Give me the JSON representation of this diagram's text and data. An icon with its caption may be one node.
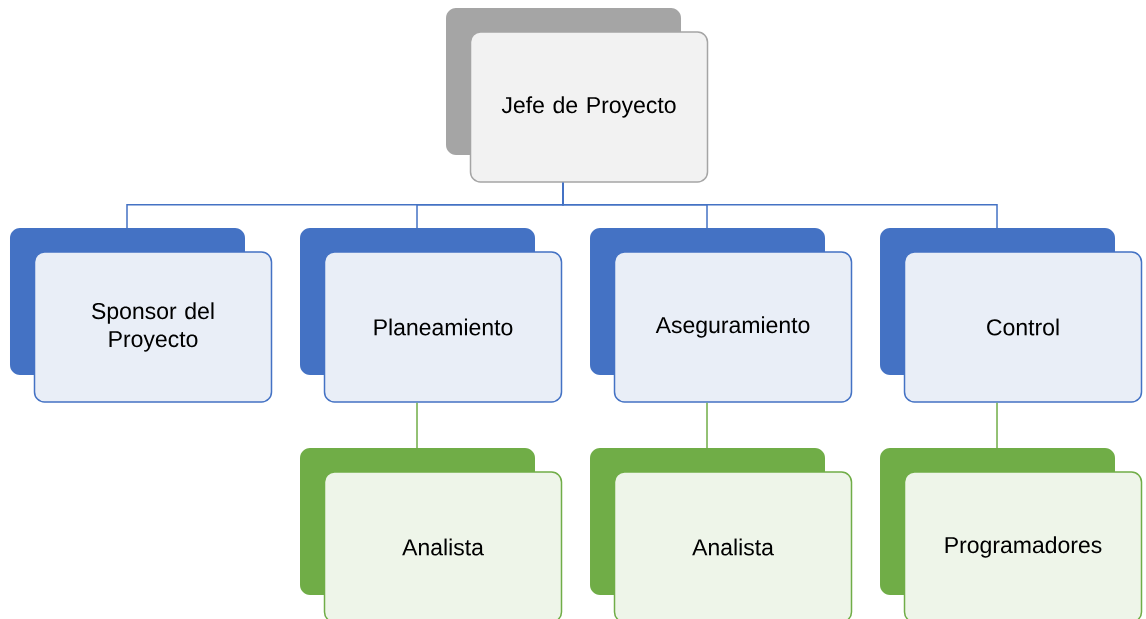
{
  "diagram": {
    "nodes": [
      {
        "text": [
          "Jefe de Proyecto"
        ]
      },
      {
        "text": [
          "Sponsor del Proyecto"
        ]
      },
      {
        "text": [
          "Planeamiento"
        ]
      },
      {
        "text": [
          "Aseguramiento"
        ]
      },
      {
        "text": [
          "Control"
        ]
      },
      {
        "text": [
          "Analista"
        ]
      },
      {
        "text": [
          "Analista"
        ]
      },
      {
        "text": [
          "Programadores"
        ]
      }
    ],
    "edges": [
      {
        "from": 0,
        "to": 1,
        "arrow": "none"
      },
      {
        "from": 0,
        "to": 2,
        "arrow": "none"
      },
      {
        "from": 0,
        "to": 3,
        "arrow": "none"
      },
      {
        "from": 0,
        "to": 4,
        "arrow": "none"
      },
      {
        "from": 2,
        "to": 5,
        "arrow": "none",
        "color": "#70ad47"
      },
      {
        "from": 3,
        "to": 6,
        "arrow": "none",
        "color": "#70ad47"
      },
      {
        "from": 4,
        "to": 7,
        "arrow": "none",
        "color": "#70ad47"
      }
    ]
  }
}
